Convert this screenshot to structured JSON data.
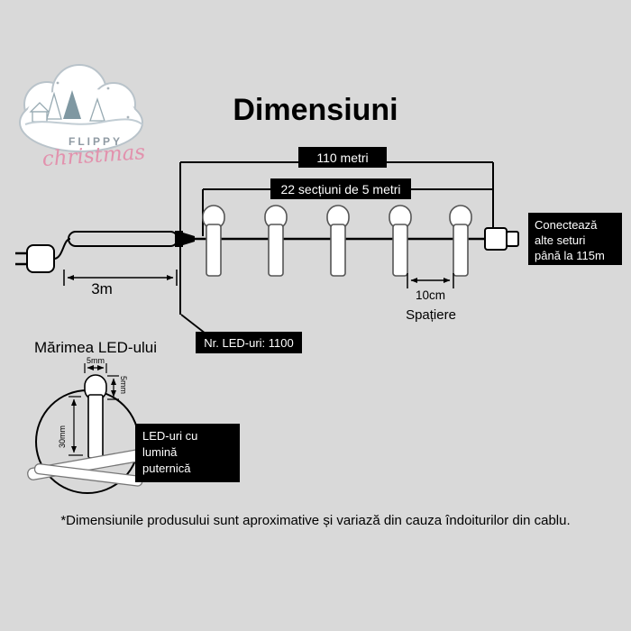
{
  "page": {
    "title": "Dimensiuni",
    "footnote": "*Dimensiunile produsului sunt aproximative și variază din cauza îndoiturilor din cablu."
  },
  "logo": {
    "brand_top": "FLIPPY",
    "brand_bottom": "christmas"
  },
  "string_diagram": {
    "total_length": "110 metri",
    "sections": "22 secțiuni de 5 metri",
    "lead_length": "3m",
    "spacing_value": "10cm",
    "spacing_label": "Spațiere",
    "led_count": "Nr. LED-uri: 1100",
    "connect_lines": [
      "Conectează",
      "alte seturi",
      "până la 115m"
    ]
  },
  "led_detail": {
    "heading": "Mărimea LED-ului",
    "cap_width": "5mm",
    "cap_height": "5mm",
    "body_height": "30mm",
    "note_lines": [
      "LED-uri cu lumină",
      "puternică"
    ]
  },
  "colors": {
    "background": "#d9d9d9",
    "label_bg": "#000000",
    "label_text": "#ffffff",
    "brand_pink": "#e291ad"
  }
}
